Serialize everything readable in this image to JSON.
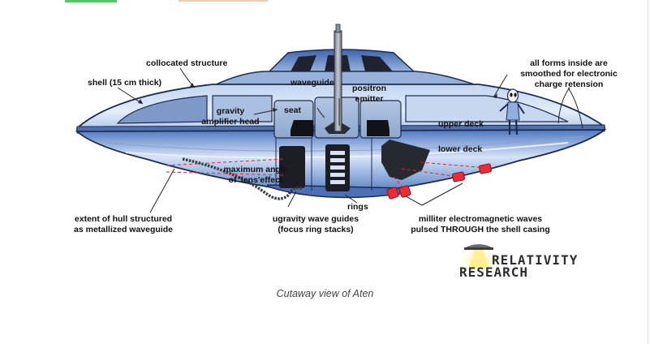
{
  "labels": {
    "collocated": "collocated structure",
    "shell": "shell (15 cm thick)",
    "waveguide": "waveguide",
    "positron_1": "positron",
    "positron_2": "emitter",
    "seat": "seat",
    "gravity_1": "gravity",
    "gravity_2": "amplifier head",
    "upper_deck": "upper deck",
    "lower_deck": "lower deck",
    "forms_1": "all forms inside are",
    "forms_2": "smoothed for electronic",
    "forms_3": "charge retension",
    "max_angle_1": "maximum angle",
    "max_angle_2": "of 'lens'effect",
    "rings": "rings",
    "hull_1": "extent of hull structured",
    "hull_2": "as metallized waveguide",
    "ugravity_1": "ugravity wave guides",
    "ugravity_2": "(focus ring stacks)",
    "milliter_1": "milliter electromagnetic waves",
    "milliter_2": "pulsed THROUGH the shell casing"
  },
  "logo": {
    "line1": "RELATIVITY",
    "line2": "RESEARCH"
  },
  "caption": "Cutaway view of Aten",
  "colors": {
    "hull_dark": "#4f78bf",
    "hull_light": "#e4eefc",
    "panel": "#9eb6d8",
    "red": "#e8222c",
    "ink": "#111111"
  }
}
